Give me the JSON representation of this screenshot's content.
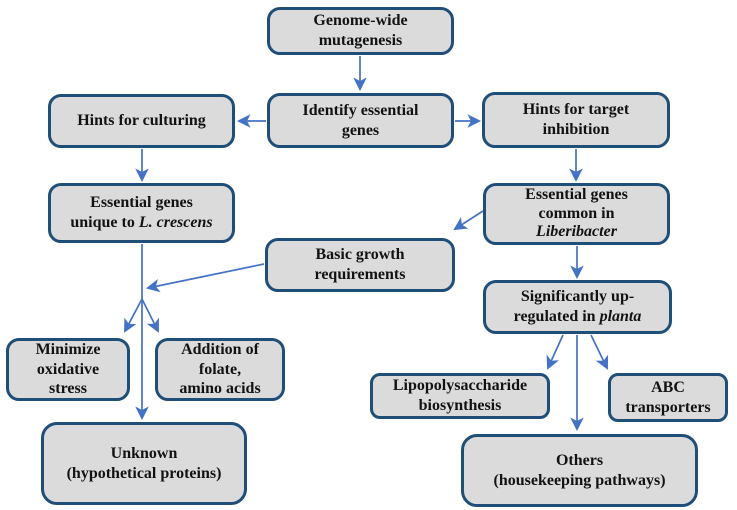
{
  "diagram": {
    "type": "flowchart",
    "colors": {
      "box_border": "#1F4E79",
      "box_fill": "#DBDBDB",
      "arrow": "#4472C4",
      "text": "#121212",
      "background": "#FFFFFF"
    },
    "nodes": {
      "genome": {
        "line1": "Genome-wide",
        "line2": "mutagenesis"
      },
      "identify": {
        "line1": "Identify essential",
        "line2": "genes"
      },
      "culturing": {
        "line1": "Hints for culturing"
      },
      "target": {
        "line1": "Hints for target",
        "line2": "inhibition"
      },
      "unique": {
        "line1": "Essential genes",
        "line2_prefix": "unique to ",
        "line2_italic": "L. crescens"
      },
      "common": {
        "line1": "Essential genes",
        "line2": "common in",
        "line3_italic": "Liberibacter"
      },
      "basic": {
        "line1": "Basic growth",
        "line2": "requirements"
      },
      "upreg": {
        "line1": "Significantly up-",
        "line2_prefix": "regulated in ",
        "line2_italic": "planta"
      },
      "minimize": {
        "line1": "Minimize",
        "line2": "oxidative",
        "line3": "stress"
      },
      "addition": {
        "line1": "Addition of",
        "line2": "folate,",
        "line3": "amino acids"
      },
      "unknown": {
        "line1": "Unknown",
        "line2": "(hypothetical proteins)"
      },
      "lps": {
        "line1": "Lipopolysaccharide",
        "line2": "biosynthesis"
      },
      "abc": {
        "line1": "ABC",
        "line2": "transporters"
      },
      "others": {
        "line1": "Others",
        "line2": "(housekeeping pathways)"
      }
    },
    "edges": [
      {
        "from": "genome",
        "to": "identify"
      },
      {
        "from": "identify",
        "to": "culturing"
      },
      {
        "from": "identify",
        "to": "target"
      },
      {
        "from": "culturing",
        "to": "unique"
      },
      {
        "from": "target",
        "to": "common"
      },
      {
        "from": "common",
        "to": "basic"
      },
      {
        "from": "common",
        "to": "upreg"
      },
      {
        "from": "basic",
        "to": "left-branch-junction"
      },
      {
        "from": "unique",
        "to": "minimize"
      },
      {
        "from": "unique",
        "to": "addition"
      },
      {
        "from": "unique",
        "to": "unknown"
      },
      {
        "from": "upreg",
        "to": "lps"
      },
      {
        "from": "upreg",
        "to": "others"
      },
      {
        "from": "upreg",
        "to": "abc"
      }
    ]
  }
}
